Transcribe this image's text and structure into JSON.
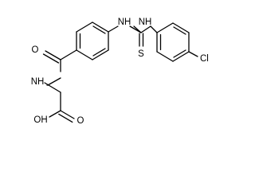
{
  "molecule": {
    "atoms": {
      "carbonyl_oxygen": "O",
      "amide_nitrogen": "NH",
      "thiourea_nitrogen_left": "NH",
      "thiourea_nitrogen_right": "NH",
      "thiourea_sulfur": "S",
      "chlorine": "Cl",
      "hydroxyl": "OH",
      "acid_oxygen": "O"
    }
  }
}
